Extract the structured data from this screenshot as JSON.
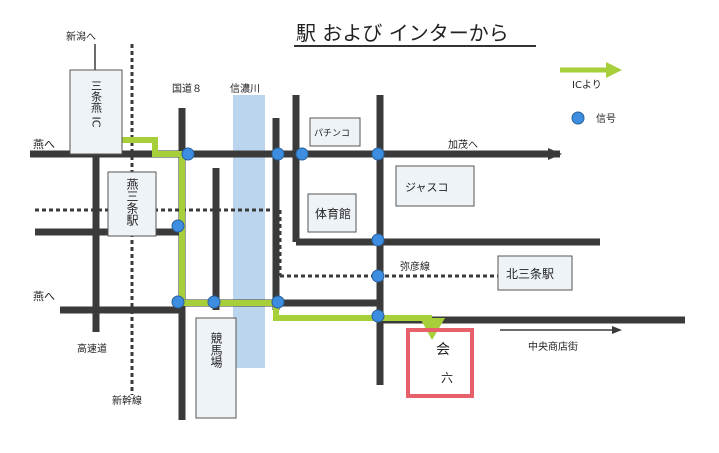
{
  "title": "駅 および インターから",
  "legend": {
    "ic_label": "ICより",
    "signal_label": "信号"
  },
  "labels": {
    "niigata": "新潟へ",
    "sanjo_tsubame_ic": "三条燕 IC",
    "tsubame_top": "燕へ",
    "tsubame_bottom": "燕へ",
    "route8": "国道８",
    "shinano": "信濃川",
    "pachinko": "パチンコ",
    "kamo": "加茂へ",
    "tsubame_sanjo_station": "燕三条駅",
    "taiikukan": "体育館",
    "jasco": "ジャスコ",
    "yahiko_line": "弥彦線",
    "kita_sanjo_station": "北三条駅",
    "highway": "高速道",
    "shinkansen": "新幹線",
    "keibajo": "競馬場",
    "chuo_shoutengai": "中央商店街",
    "venue_1": "会",
    "venue_2": "六"
  },
  "colors": {
    "road": "#3a3a3a",
    "route_green": "#a6cf39",
    "river": "#bcd5ee",
    "signal": "#3d8ee0",
    "venue": "#e8606a"
  }
}
